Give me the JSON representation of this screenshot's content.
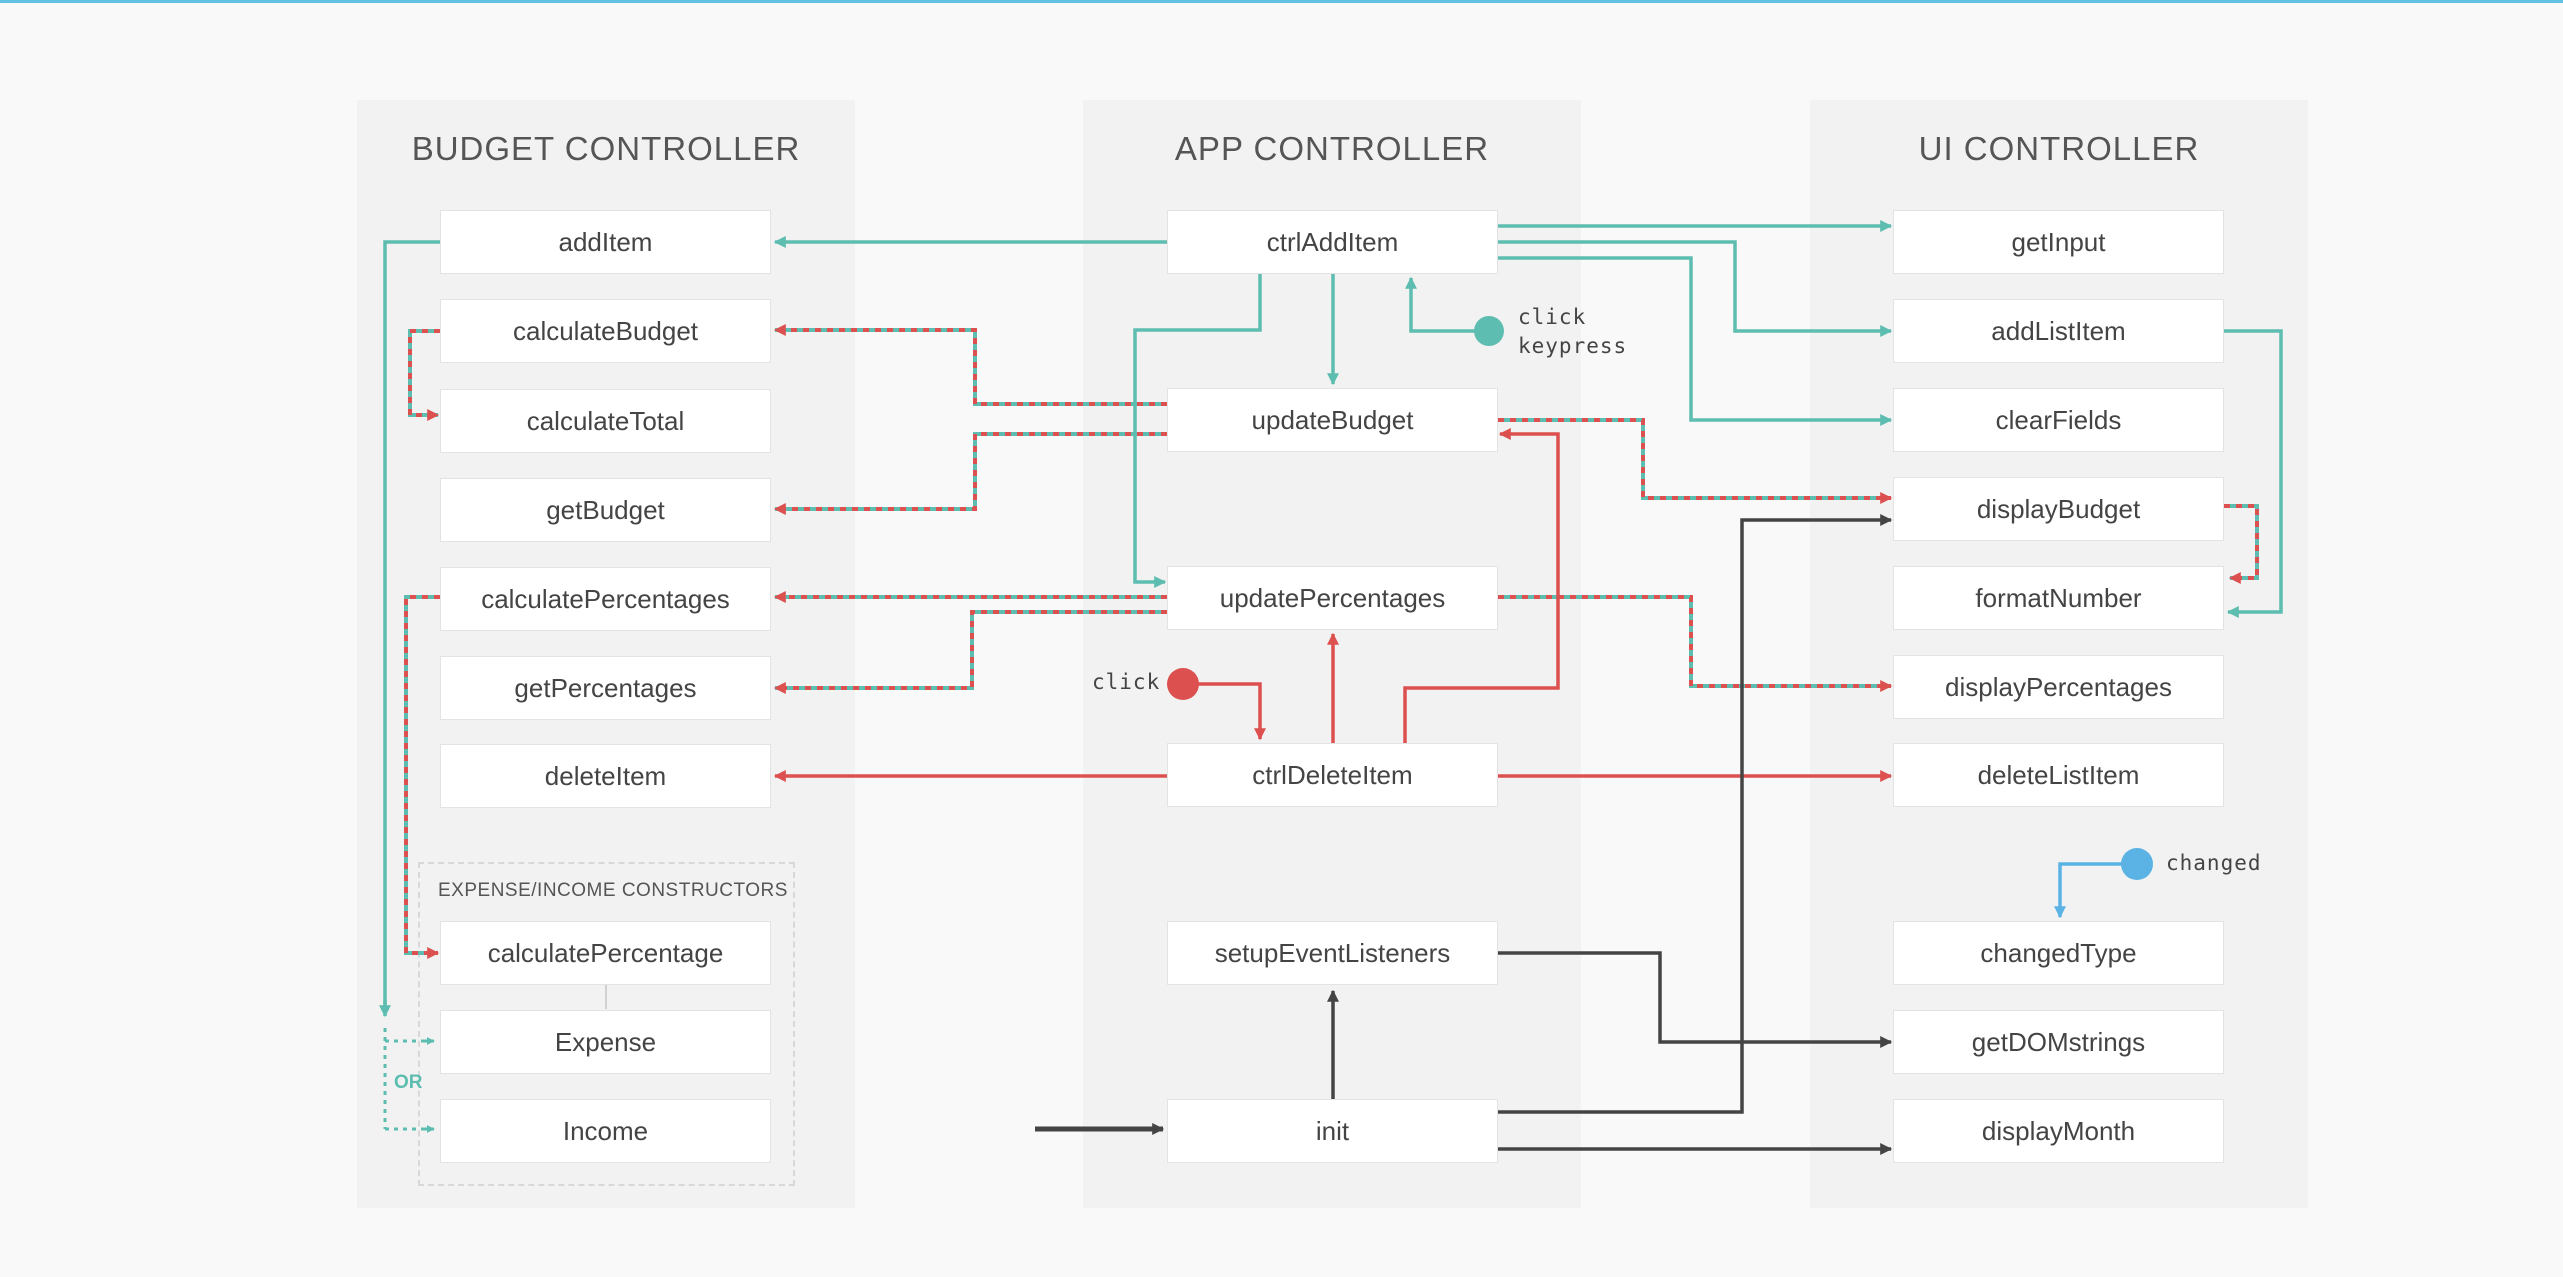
{
  "colors": {
    "teal": "#5dbdb0",
    "red": "#dc5050",
    "dark": "#444444",
    "blue": "#5ab3e4",
    "accent_top": "#63c1e3"
  },
  "panels": {
    "budget": {
      "title": "BUDGET CONTROLLER",
      "items": [
        "addItem",
        "calculateBudget",
        "calculateTotal",
        "getBudget",
        "calculatePercentages",
        "getPercentages",
        "deleteItem"
      ],
      "group_label": "EXPENSE/INCOME CONSTRUCTORS",
      "group_items": [
        "calculatePercentage",
        "Expense",
        "Income"
      ],
      "or_label": "OR"
    },
    "app": {
      "title": "APP CONTROLLER",
      "items": [
        "ctrlAddItem",
        "updateBudget",
        "updatePercentages",
        "ctrlDeleteItem",
        "setupEventListeners",
        "init"
      ]
    },
    "ui": {
      "title": "UI CONTROLLER",
      "items": [
        "getInput",
        "addListItem",
        "clearFields",
        "displayBudget",
        "formatNumber",
        "displayPercentages",
        "deleteListItem",
        "changedType",
        "getDOMstrings",
        "displayMonth"
      ]
    }
  },
  "events": {
    "add_line1": "click",
    "add_line2": "keypress",
    "delete": "click",
    "changed": "changed"
  },
  "edge_legend": [
    {
      "from": "ctrlAddItem",
      "to": "addItem",
      "color": "teal"
    },
    {
      "from": "ctrlAddItem",
      "to": "getInput",
      "color": "teal"
    },
    {
      "from": "ctrlAddItem",
      "to": "addListItem",
      "color": "teal"
    },
    {
      "from": "ctrlAddItem",
      "to": "clearFields",
      "color": "teal"
    },
    {
      "from": "ctrlAddItem",
      "to": "updateBudget",
      "color": "teal"
    },
    {
      "from": "ctrlAddItem",
      "to": "updatePercentages",
      "color": "teal"
    },
    {
      "from": "addListItem",
      "to": "formatNumber",
      "color": "teal"
    },
    {
      "from": "addItem",
      "to": "Expense | Income",
      "color": "teal"
    },
    {
      "from": "updateBudget",
      "to": "calculateBudget",
      "color": "mixed"
    },
    {
      "from": "updateBudget",
      "to": "getBudget",
      "color": "mixed"
    },
    {
      "from": "updateBudget",
      "to": "displayBudget",
      "color": "mixed"
    },
    {
      "from": "calculateBudget",
      "to": "calculateTotal",
      "color": "mixed"
    },
    {
      "from": "updatePercentages",
      "to": "calculatePercentages",
      "color": "mixed"
    },
    {
      "from": "updatePercentages",
      "to": "getPercentages",
      "color": "mixed"
    },
    {
      "from": "updatePercentages",
      "to": "displayPercentages",
      "color": "mixed"
    },
    {
      "from": "calculatePercentages",
      "to": "calculatePercentage",
      "color": "mixed"
    },
    {
      "from": "displayBudget",
      "to": "formatNumber",
      "color": "mixed"
    },
    {
      "from": "ctrlDeleteItem",
      "to": "deleteItem",
      "color": "red"
    },
    {
      "from": "ctrlDeleteItem",
      "to": "deleteListItem",
      "color": "red"
    },
    {
      "from": "ctrlDeleteItem",
      "to": "updatePercentages",
      "color": "red"
    },
    {
      "from": "ctrlDeleteItem",
      "to": "updateBudget",
      "color": "red"
    },
    {
      "from": "init",
      "to": "setupEventListeners",
      "color": "dark"
    },
    {
      "from": "init",
      "to": "displayBudget",
      "color": "dark"
    },
    {
      "from": "init",
      "to": "displayMonth",
      "color": "dark"
    },
    {
      "from": "setupEventListeners",
      "to": "getDOMstrings",
      "color": "dark"
    }
  ]
}
